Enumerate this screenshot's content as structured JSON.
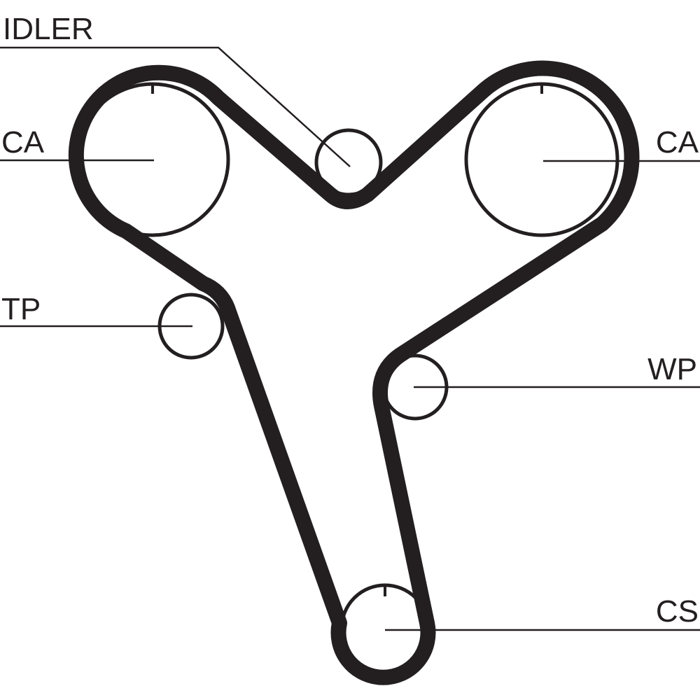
{
  "diagram": {
    "labels": {
      "idler": "IDLER",
      "cam_left": "CA",
      "cam_right": "CA",
      "tensioner": "TP",
      "water_pump": "WP",
      "crankshaft": "CS"
    },
    "colors": {
      "ink": "#231f20",
      "background": "#ffffff"
    }
  }
}
